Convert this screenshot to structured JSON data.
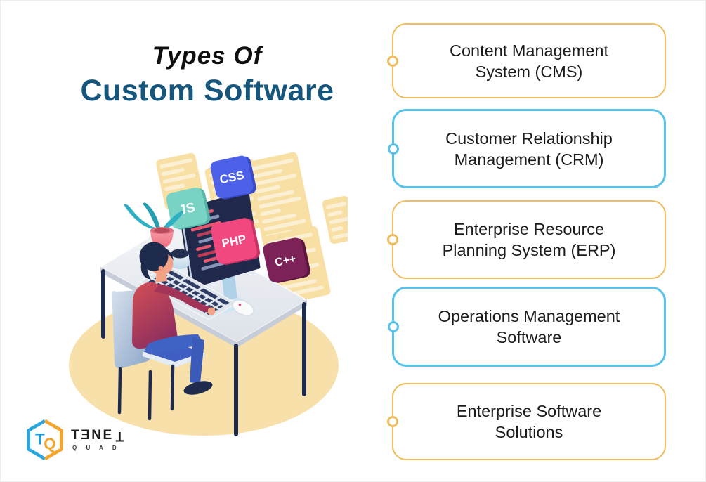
{
  "header": {
    "title_line1": "Types Of",
    "title_line2": "Custom Software"
  },
  "colors": {
    "title_accent": "#16567C",
    "box_accent_orange": "#EFBC5F",
    "box_accent_blue": "#57C2EA",
    "box_text": "#1C1C1C",
    "ellipse": "#F8E0AA",
    "navy": "#1F2B4D"
  },
  "software_types": [
    {
      "line1": "Content Management",
      "line2": "System (CMS)",
      "accent": "orange"
    },
    {
      "line1": "Customer Relationship",
      "line2": "Management (CRM)",
      "accent": "blue"
    },
    {
      "line1": "Enterprise Resource",
      "line2": "Planning System (ERP)",
      "accent": "orange"
    },
    {
      "line1": "Operations Management",
      "line2": "Software",
      "accent": "blue"
    },
    {
      "line1": "Enterprise Software",
      "line2": "Solutions",
      "accent": "orange"
    }
  ],
  "illustration": {
    "badges": [
      {
        "label": "CSS",
        "color": "#4C61E8"
      },
      {
        "label": "JS",
        "color": "#79D3C4"
      },
      {
        "label": "PHP",
        "color": "#F1487F"
      },
      {
        "label": "C++",
        "color": "#7D2159"
      }
    ]
  },
  "logo": {
    "brand_main": "TƎNE",
    "brand_last": "T",
    "sub": "Q U A D"
  }
}
